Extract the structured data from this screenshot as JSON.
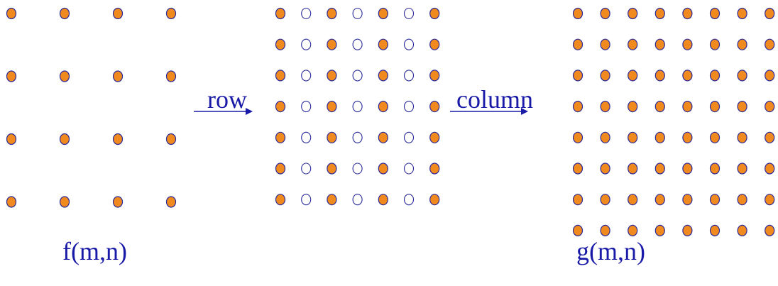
{
  "labels": {
    "input_signal": "f(m,n)",
    "output_signal": "g(m,n)",
    "row_step": "row",
    "column_step": "column"
  },
  "grids": {
    "input": {
      "rows": [
        [
          "filled",
          "filled",
          "filled",
          "filled"
        ],
        [
          "filled",
          "filled",
          "filled",
          "filled"
        ],
        [
          "filled",
          "filled",
          "filled",
          "filled"
        ],
        [
          "filled",
          "filled",
          "filled",
          "filled"
        ]
      ]
    },
    "intermediate": {
      "rows": [
        [
          "filled",
          "empty",
          "filled",
          "empty",
          "filled",
          "empty",
          "filled"
        ],
        [
          "filled",
          "empty",
          "filled",
          "empty",
          "filled",
          "empty",
          "filled"
        ],
        [
          "filled",
          "empty",
          "filled",
          "empty",
          "filled",
          "empty",
          "filled"
        ],
        [
          "filled",
          "empty",
          "filled",
          "empty",
          "filled",
          "empty",
          "filled"
        ],
        [
          "filled",
          "empty",
          "filled",
          "empty",
          "filled",
          "empty",
          "filled"
        ],
        [
          "filled",
          "empty",
          "filled",
          "empty",
          "filled",
          "empty",
          "filled"
        ],
        [
          "filled",
          "empty",
          "filled",
          "empty",
          "filled",
          "empty",
          "filled"
        ]
      ]
    },
    "output": {
      "rows": [
        [
          "filled",
          "filled",
          "filled",
          "filled",
          "filled",
          "filled",
          "filled",
          "filled"
        ],
        [
          "filled",
          "filled",
          "filled",
          "filled",
          "filled",
          "filled",
          "filled",
          "filled"
        ],
        [
          "filled",
          "filled",
          "filled",
          "filled",
          "filled",
          "filled",
          "filled",
          "filled"
        ],
        [
          "filled",
          "filled",
          "filled",
          "filled",
          "filled",
          "filled",
          "filled",
          "filled"
        ],
        [
          "filled",
          "filled",
          "filled",
          "filled",
          "filled",
          "filled",
          "filled",
          "filled"
        ],
        [
          "filled",
          "filled",
          "filled",
          "filled",
          "filled",
          "filled",
          "filled",
          "filled"
        ],
        [
          "filled",
          "filled",
          "filled",
          "filled",
          "filled",
          "filled",
          "filled",
          "filled"
        ],
        [
          "filled",
          "filled",
          "filled",
          "filled",
          "filled",
          "filled",
          "filled",
          "filled"
        ]
      ]
    }
  },
  "colors": {
    "dot_fill": "#f08a1e",
    "dot_stroke": "#2a2a9a",
    "label_text": "#1a1aa8",
    "arrow": "#1a1aa8"
  }
}
